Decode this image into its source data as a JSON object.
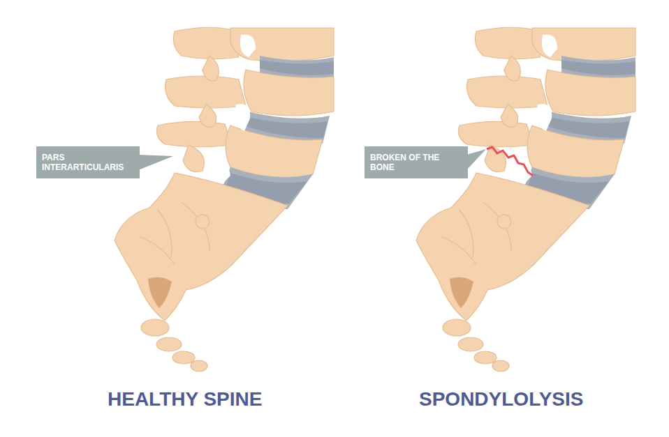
{
  "diagram": {
    "nodes": [
      {
        "text": [
          "PARS INTERARTICULARIS"
        ]
      },
      {
        "text": [
          "BROKEN OF THE BONE"
        ]
      }
    ],
    "labels": [
      "HEALTHY SPINE",
      "SPONDYLOLYSIS"
    ]
  }
}
